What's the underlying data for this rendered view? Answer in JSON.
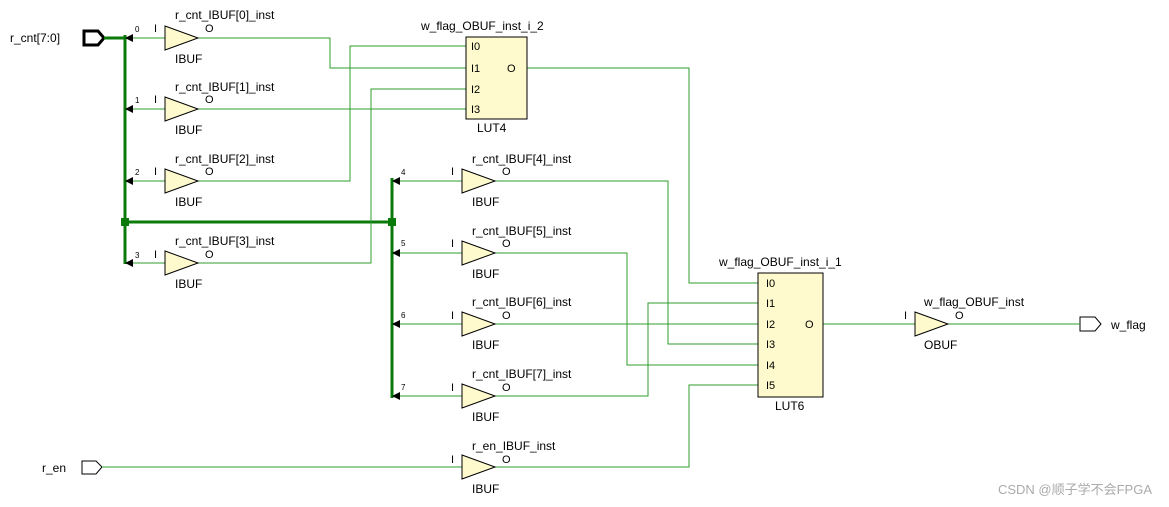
{
  "ports": {
    "r_cnt": "r_cnt[7:0]",
    "r_en": "r_en",
    "w_flag": "w_flag"
  },
  "bus_bits": [
    "0",
    "1",
    "2",
    "3",
    "4",
    "5",
    "6",
    "7"
  ],
  "ibufs": [
    {
      "name": "r_cnt_IBUF[0]_inst",
      "type": "IBUF",
      "in_pin": "I",
      "out_pin": "O"
    },
    {
      "name": "r_cnt_IBUF[1]_inst",
      "type": "IBUF",
      "in_pin": "I",
      "out_pin": "O"
    },
    {
      "name": "r_cnt_IBUF[2]_inst",
      "type": "IBUF",
      "in_pin": "I",
      "out_pin": "O"
    },
    {
      "name": "r_cnt_IBUF[3]_inst",
      "type": "IBUF",
      "in_pin": "I",
      "out_pin": "O"
    },
    {
      "name": "r_cnt_IBUF[4]_inst",
      "type": "IBUF",
      "in_pin": "I",
      "out_pin": "O"
    },
    {
      "name": "r_cnt_IBUF[5]_inst",
      "type": "IBUF",
      "in_pin": "I",
      "out_pin": "O"
    },
    {
      "name": "r_cnt_IBUF[6]_inst",
      "type": "IBUF",
      "in_pin": "I",
      "out_pin": "O"
    },
    {
      "name": "r_cnt_IBUF[7]_inst",
      "type": "IBUF",
      "in_pin": "I",
      "out_pin": "O"
    },
    {
      "name": "r_en_IBUF_inst",
      "type": "IBUF",
      "in_pin": "I",
      "out_pin": "O"
    }
  ],
  "lut4": {
    "name": "w_flag_OBUF_inst_i_2",
    "type": "LUT4",
    "inputs": [
      "I0",
      "I1",
      "I2",
      "I3"
    ],
    "output": "O"
  },
  "lut6": {
    "name": "w_flag_OBUF_inst_i_1",
    "type": "LUT6",
    "inputs": [
      "I0",
      "I1",
      "I2",
      "I3",
      "I4",
      "I5"
    ],
    "output": "O"
  },
  "obuf": {
    "name": "w_flag_OBUF_inst",
    "type": "OBUF",
    "in_pin": "I",
    "out_pin": "O"
  },
  "watermark": "CSDN @顺子学不会FPGA",
  "colors": {
    "net": "#2e9c2e",
    "bus": "#0a7a0a",
    "cell_fill": "#fffacd"
  }
}
